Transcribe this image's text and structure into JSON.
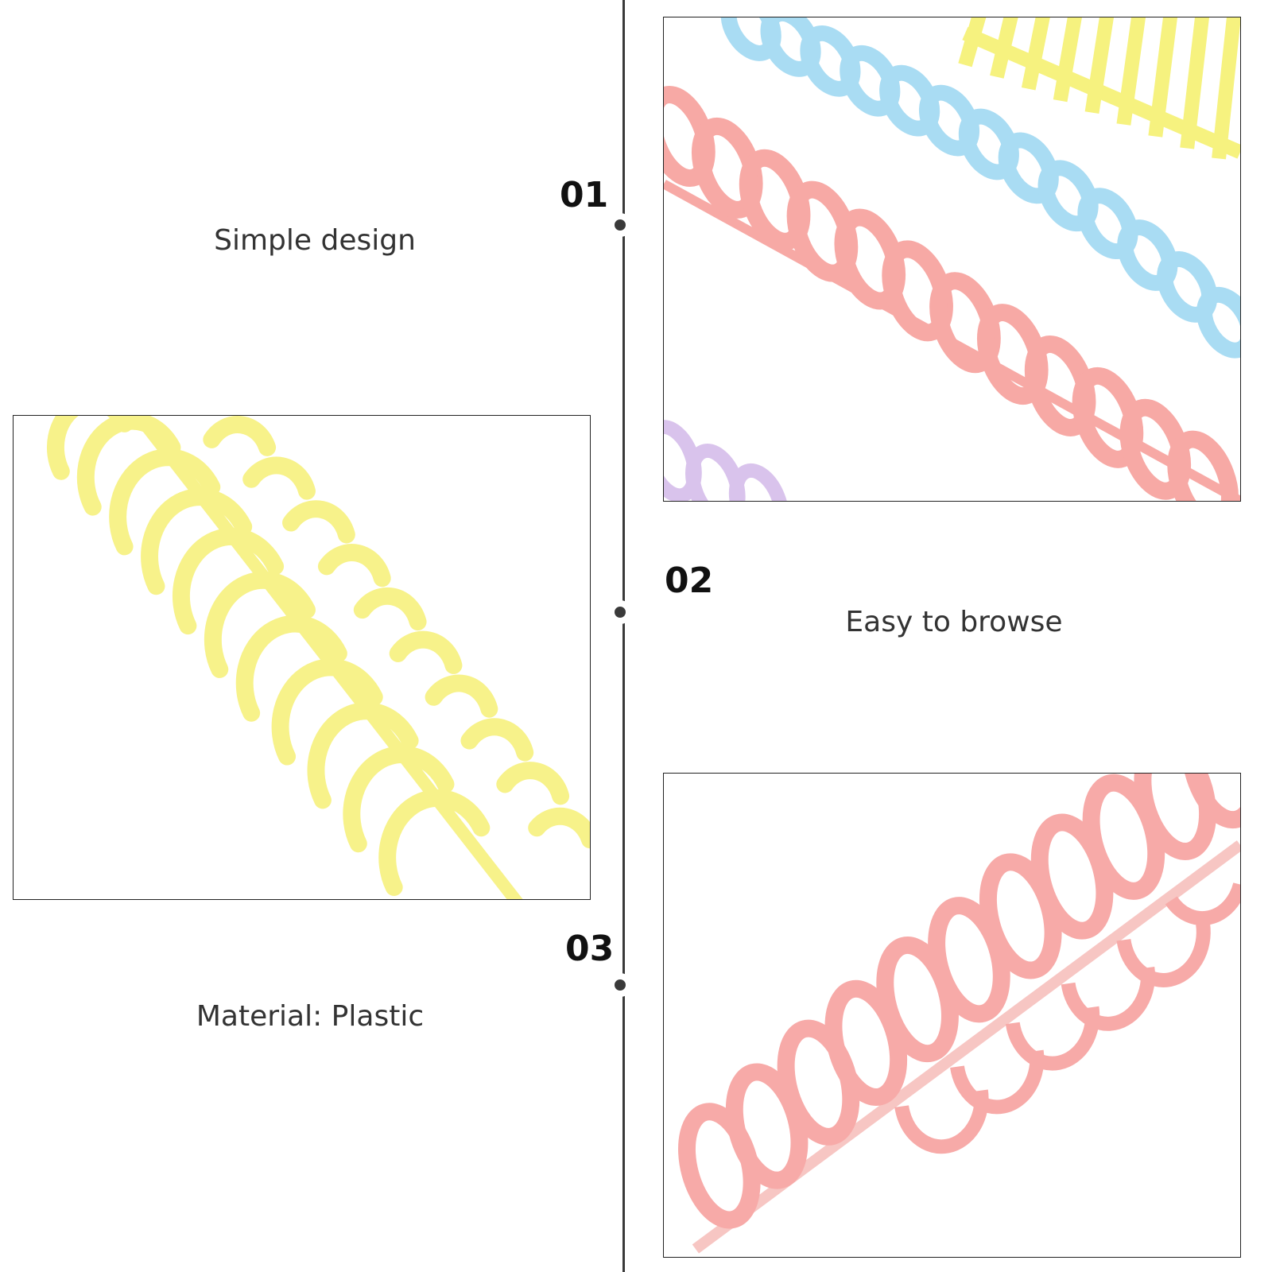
{
  "sections": [
    {
      "number": "01",
      "caption": "Simple design"
    },
    {
      "number": "02",
      "caption": "Easy to browse"
    },
    {
      "number": "03",
      "caption": "Material: Plastic"
    }
  ],
  "images": {
    "top": {
      "description_icon": "binding-spines-image",
      "colors": [
        "#f7a9a5",
        "#a9dcf3",
        "#f6f27f",
        "#d9c3ec"
      ]
    },
    "middle": {
      "description_icon": "binding-spine-image",
      "colors": [
        "#f7f28a"
      ]
    },
    "bottom": {
      "description_icon": "binding-spine-image",
      "colors": [
        "#f7aaa8"
      ]
    }
  }
}
